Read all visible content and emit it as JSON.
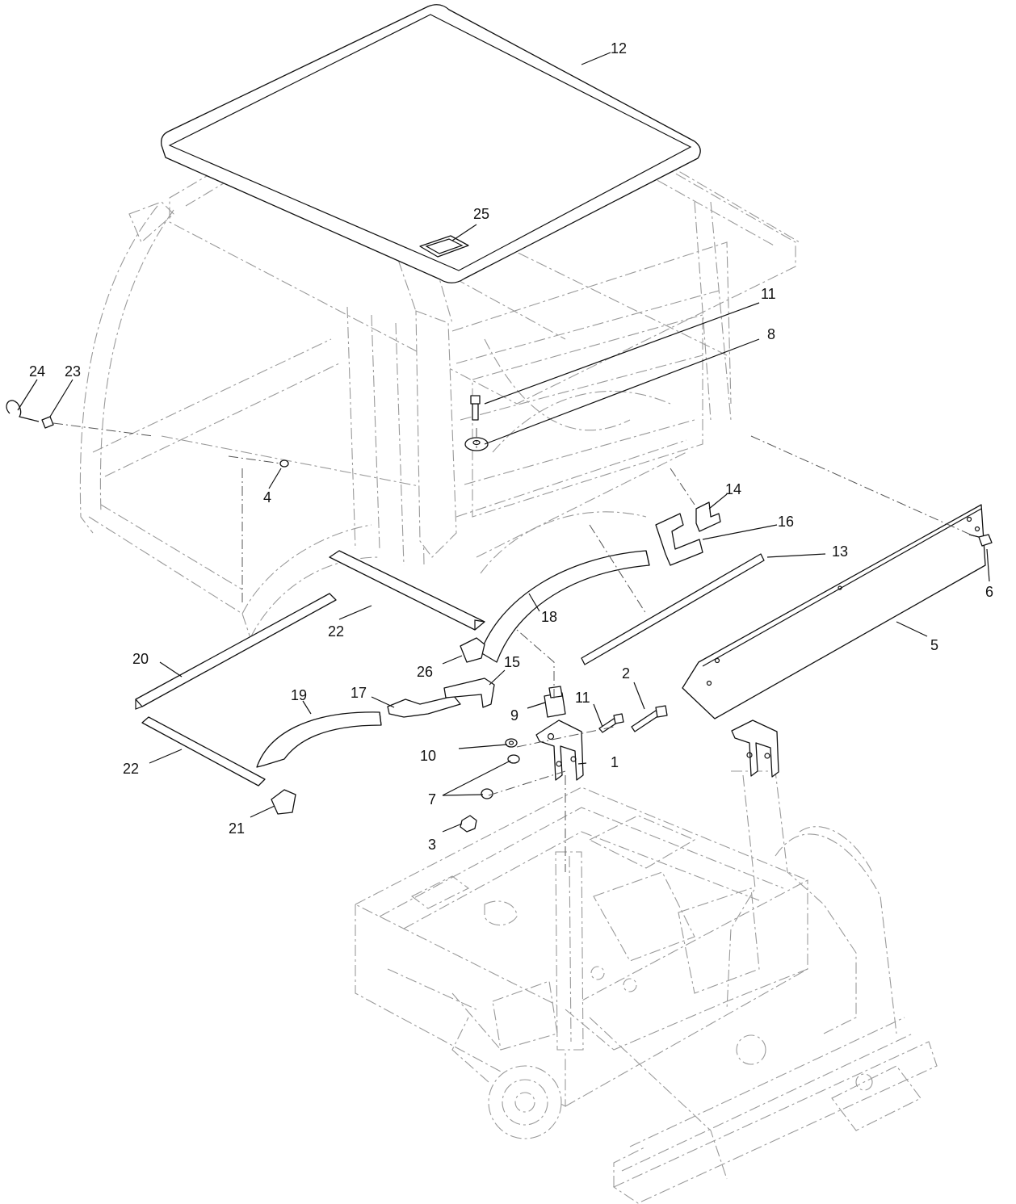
{
  "callouts": {
    "c1": "1",
    "c2": "2",
    "c3": "3",
    "c4": "4",
    "c5": "5",
    "c6": "6",
    "c7": "7",
    "c8": "8",
    "c9": "9",
    "c10": "10",
    "c11a": "11",
    "c11b": "11",
    "c12": "12",
    "c13": "13",
    "c14": "14",
    "c15": "15",
    "c16": "16",
    "c17": "17",
    "c18": "18",
    "c19": "19",
    "c20": "20",
    "c21": "21",
    "c22a": "22",
    "c22b": "22",
    "c23": "23",
    "c24": "24",
    "c25": "25",
    "c26": "26"
  }
}
